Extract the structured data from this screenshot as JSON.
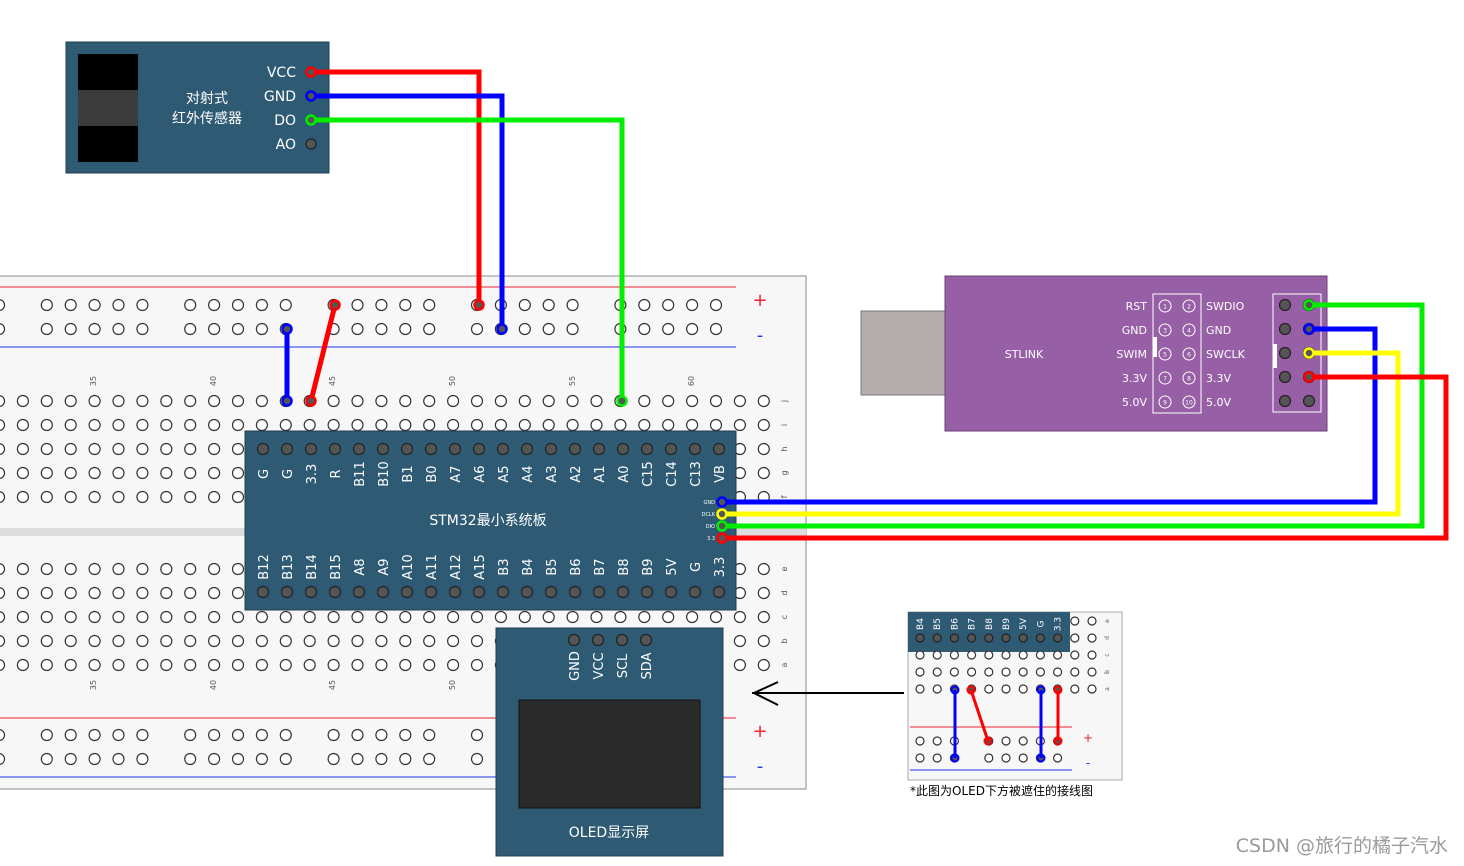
{
  "ir_sensor": {
    "title_line1": "对射式",
    "title_line2": "红外传感器",
    "pins": [
      "VCC",
      "GND",
      "DO",
      "AO"
    ]
  },
  "stlink": {
    "title": "STLINK",
    "left_labels": [
      "RST",
      "GND",
      "SWIM",
      "3.3V",
      "5.0V"
    ],
    "right_labels": [
      "SWDIO",
      "GND",
      "SWCLK",
      "3.3V",
      "5.0V"
    ],
    "pin_numbers": [
      "1",
      "2",
      "3",
      "4",
      "5",
      "6",
      "7",
      "8",
      "9",
      "10"
    ]
  },
  "stm32": {
    "title": "STM32最小系统板",
    "top_pins": [
      "G",
      "G",
      "3.3",
      "R",
      "B11",
      "B10",
      "B1",
      "B0",
      "A7",
      "A6",
      "A5",
      "A4",
      "A3",
      "A2",
      "A1",
      "A0",
      "C15",
      "C14",
      "C13",
      "VB"
    ],
    "bottom_pins": [
      "B12",
      "B13",
      "B14",
      "B15",
      "A8",
      "A9",
      "A10",
      "A11",
      "A12",
      "A15",
      "B3",
      "B4",
      "B5",
      "B6",
      "B7",
      "B8",
      "B9",
      "5V",
      "G",
      "3.3"
    ],
    "swd_pins": [
      "GND",
      "DCLK",
      "DIO",
      "3.3"
    ]
  },
  "oled": {
    "title": "OLED显示屏",
    "pins": [
      "GND",
      "VCC",
      "SCL",
      "SDA"
    ]
  },
  "breadboard": {
    "column_numbers": [
      "35",
      "40",
      "45",
      "50",
      "55",
      "60"
    ],
    "row_letters_top": [
      "j",
      "i",
      "h",
      "g",
      "f"
    ],
    "row_letters_bottom": [
      "e",
      "d",
      "c",
      "b",
      "a"
    ],
    "plus": "+",
    "minus": "-"
  },
  "inset": {
    "pins": [
      "B4",
      "B5",
      "B6",
      "B7",
      "B8",
      "B9",
      "5V",
      "G",
      "3.3"
    ],
    "row_letters": [
      "e",
      "d",
      "c",
      "b",
      "a"
    ],
    "caption": "*此图为OLED下方被遮住的接线图",
    "plus": "+",
    "minus": "-"
  },
  "watermark": "CSDN @旅行的橘子汽水",
  "wire_colors": {
    "vcc": "#ff0000",
    "gnd": "#0000ff",
    "data": "#00ee00",
    "clock": "#ffff00"
  }
}
